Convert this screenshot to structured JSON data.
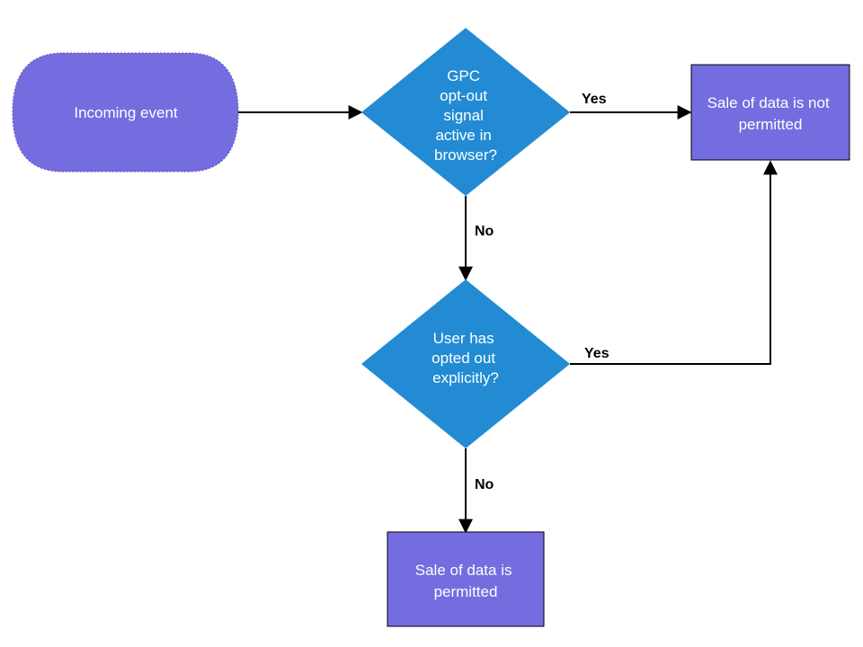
{
  "colors": {
    "start_fill": "#756CE0",
    "decision_fill": "#228BD3",
    "outcome_fill": "#756CE0",
    "line": "#000000",
    "text_on_shape": "#ffffff"
  },
  "nodes": {
    "start": {
      "label": "Incoming event"
    },
    "gpc_decision": {
      "lines": [
        "GPC",
        "opt-out",
        "signal",
        "active in",
        "browser?"
      ]
    },
    "optout_decision": {
      "lines": [
        "User has",
        "opted out",
        "explicitly?"
      ]
    },
    "not_permitted": {
      "lines": [
        "Sale of data is not",
        "permitted"
      ]
    },
    "permitted": {
      "lines": [
        "Sale of data is",
        "permitted"
      ]
    }
  },
  "edges": {
    "gpc_yes": {
      "label": "Yes"
    },
    "gpc_no": {
      "label": "No"
    },
    "optout_yes": {
      "label": "Yes"
    },
    "optout_no": {
      "label": "No"
    }
  }
}
